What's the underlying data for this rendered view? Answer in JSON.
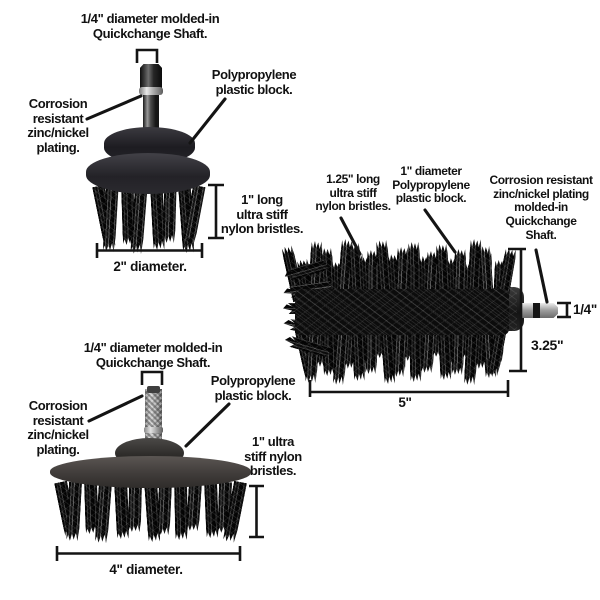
{
  "diagram": {
    "brush_2in": {
      "shaft_label": "1/4\" diameter molded-in\nQuickchange Shaft.",
      "block_label": "Polypropylene\nplastic block.",
      "plating_label": "Corrosion\nresistant\nzinc/nickel\nplating.",
      "bristles_label": "1\" long\nultra stiff\nnylon bristles.",
      "diameter_label": "2\" diameter."
    },
    "brush_cylinder": {
      "bristles_label": "1.25\" long\nultra stiff\nnylon bristles.",
      "block_label": "1\" diameter\nPolypropylene\nplastic block.",
      "shaft_label": "Corrosion resistant\nzinc/nickel plating\nmolded-in\nQuickchange\nShaft.",
      "shaft_diameter": "1/4\"",
      "brush_diameter": "3.25\"",
      "brush_length": "5\""
    },
    "brush_4in": {
      "shaft_label": "1/4\" diameter molded-in\nQuickchange Shaft.",
      "block_label": "Polypropylene\nplastic block.",
      "plating_label": "Corrosion\nresistant\nzinc/nickel\nplating.",
      "bristles_label": "1\" ultra\nstiff nylon\nbristles.",
      "diameter_label": "4\" diameter."
    }
  },
  "colors": {
    "background": "#ffffff",
    "text": "#111111",
    "annotation_line": "#141414",
    "bristle_black": "#0b0b0b",
    "plastic_dark": "#232227",
    "plastic_grey": "#4e4a48",
    "metal_silver": "#c9c9c9"
  }
}
